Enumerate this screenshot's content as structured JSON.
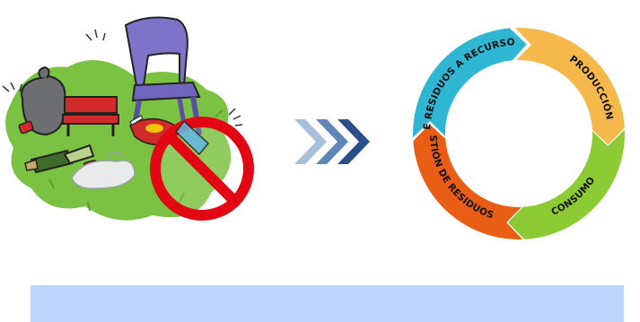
{
  "cycle": {
    "segments": [
      {
        "label": "DE RESIDUOS A RECURSOS",
        "color": "#2fb6d2"
      },
      {
        "label": "PRODUCCIÓN",
        "color": "#f5b84a"
      },
      {
        "label": "CONSUMO",
        "color": "#8ccb34"
      },
      {
        "label": "GESTIÓN DE RESIDUOS",
        "color": "#ea5d15"
      }
    ]
  },
  "arrows": {
    "colors": [
      "#a7bfdb",
      "#5f86b8",
      "#2a4e8a"
    ]
  },
  "prohibition": {
    "color": "#e30613"
  },
  "blue_bar": {
    "color": "#bcd6fb"
  }
}
